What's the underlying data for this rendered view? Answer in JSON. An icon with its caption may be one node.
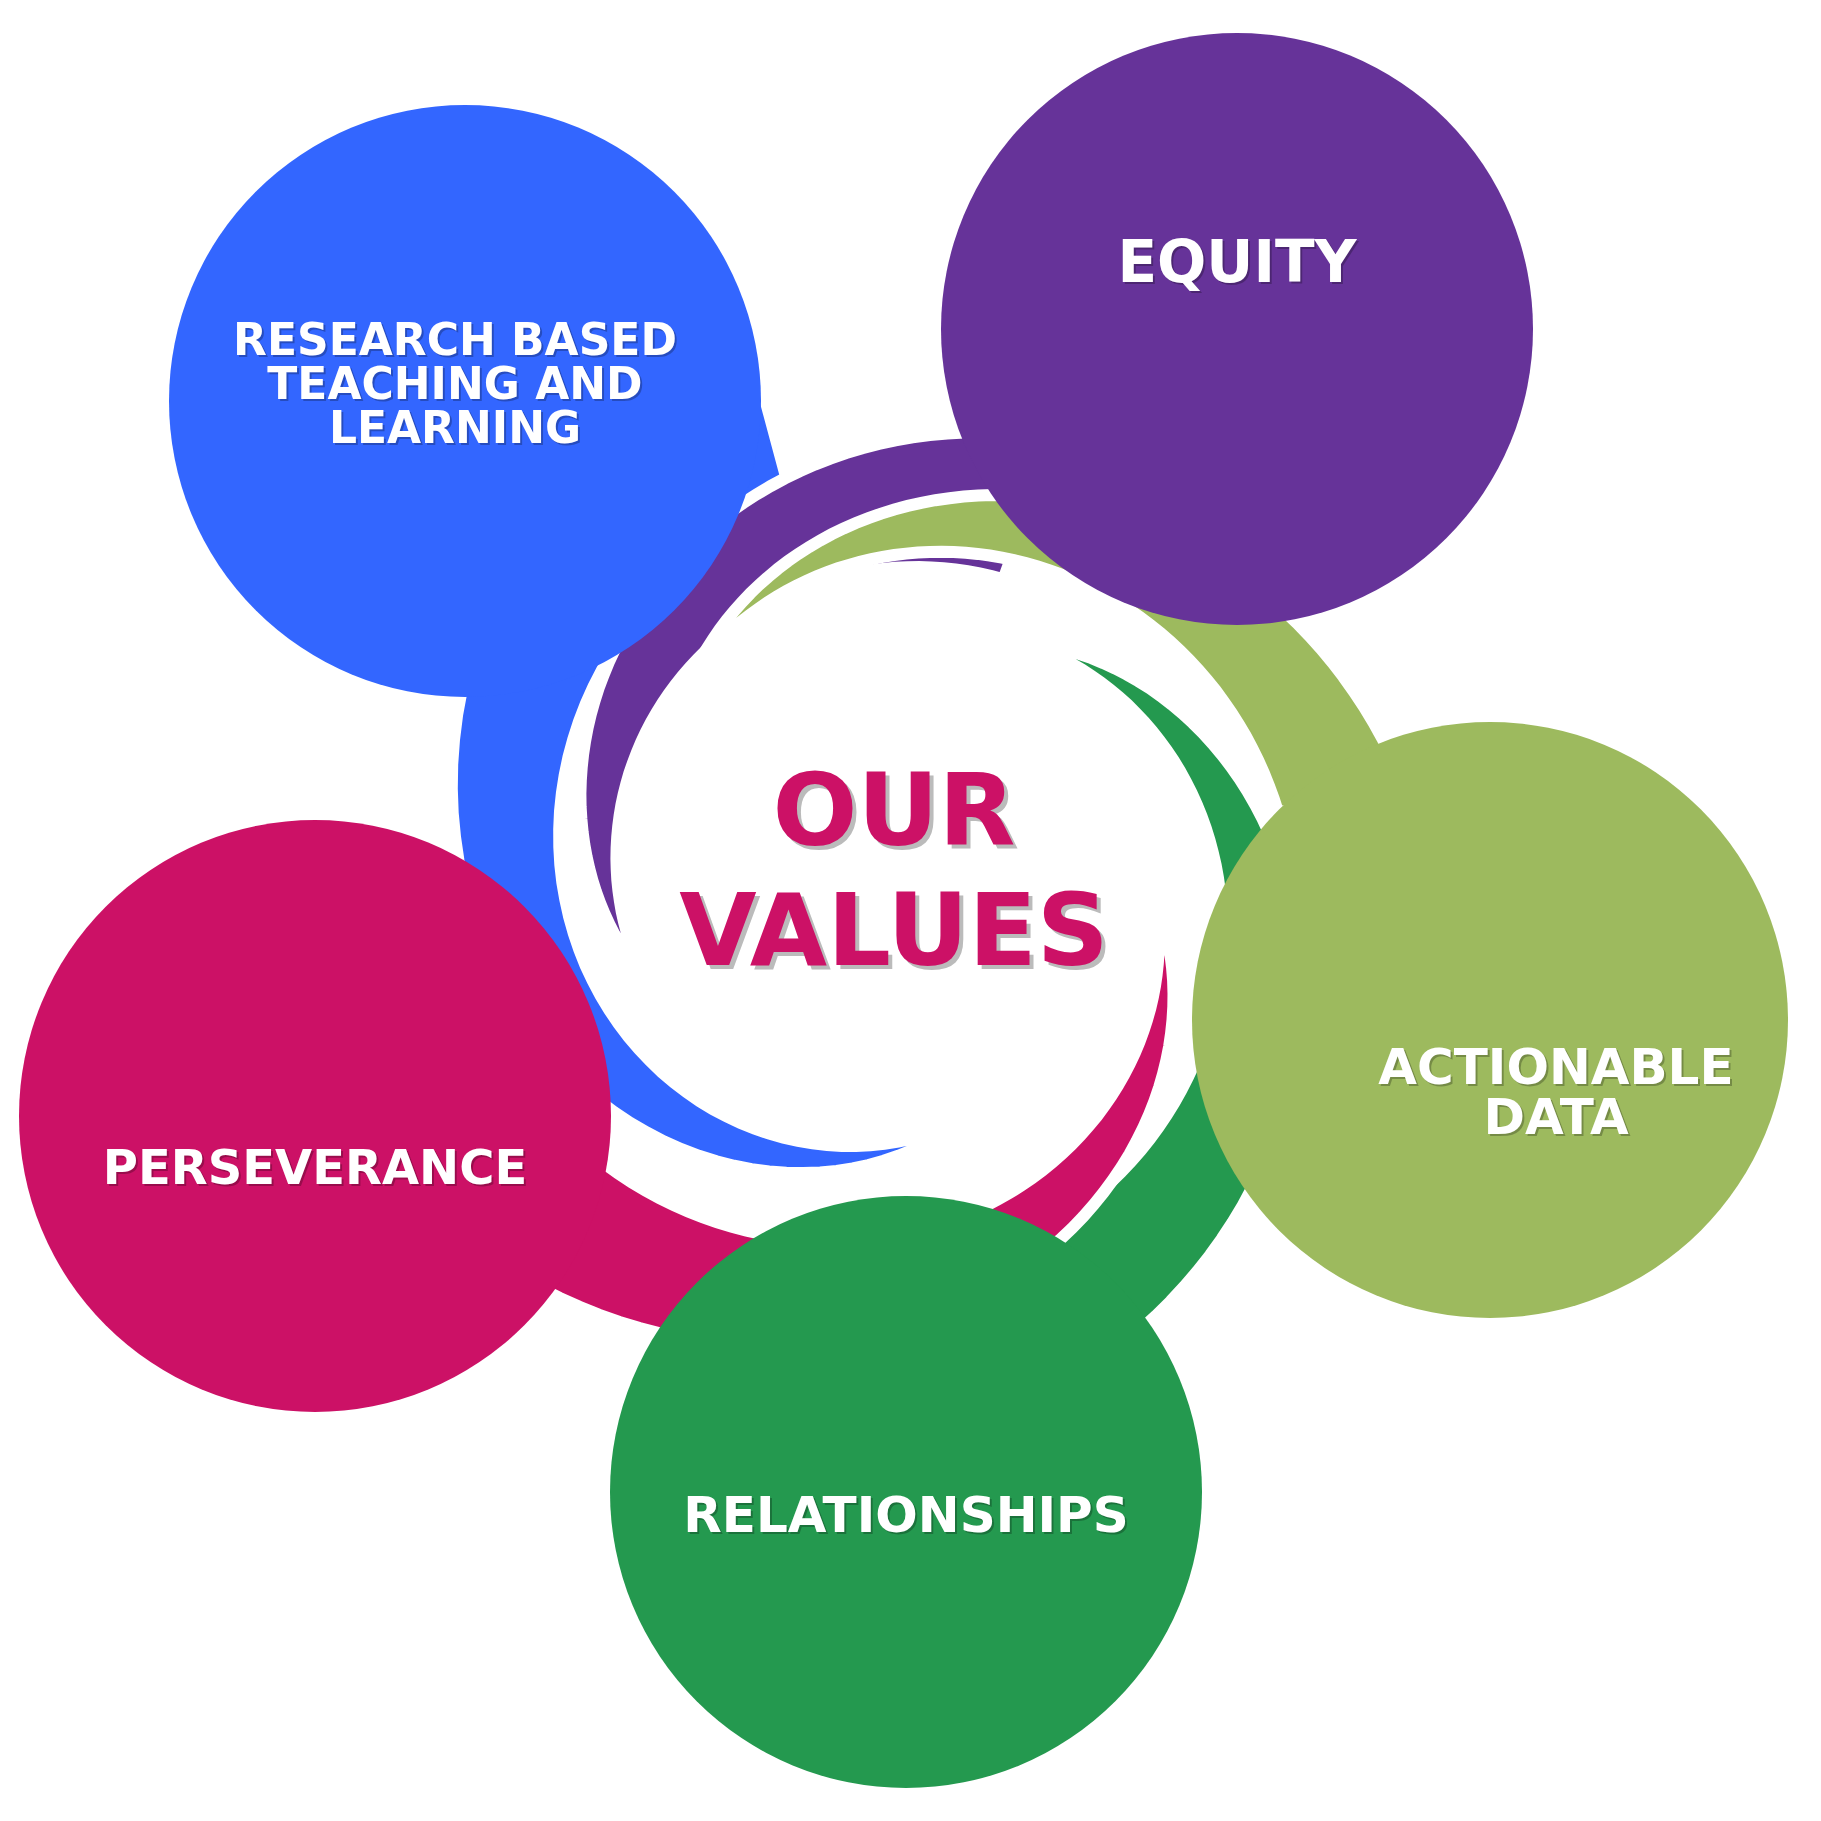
{
  "diagram": {
    "nodes": [
      {
        "text": [
          "RESEARCH BASED TEACHING AND LEARNING"
        ]
      },
      {
        "text": [
          "EQUITY"
        ]
      },
      {
        "text": [
          "ACTIONABLE DATA"
        ]
      },
      {
        "text": [
          "RELATIONSHIPS"
        ]
      },
      {
        "text": [
          "PERSEVERANCE"
        ]
      },
      {
        "text": [
          "OUR VALUES"
        ]
      }
    ]
  }
}
